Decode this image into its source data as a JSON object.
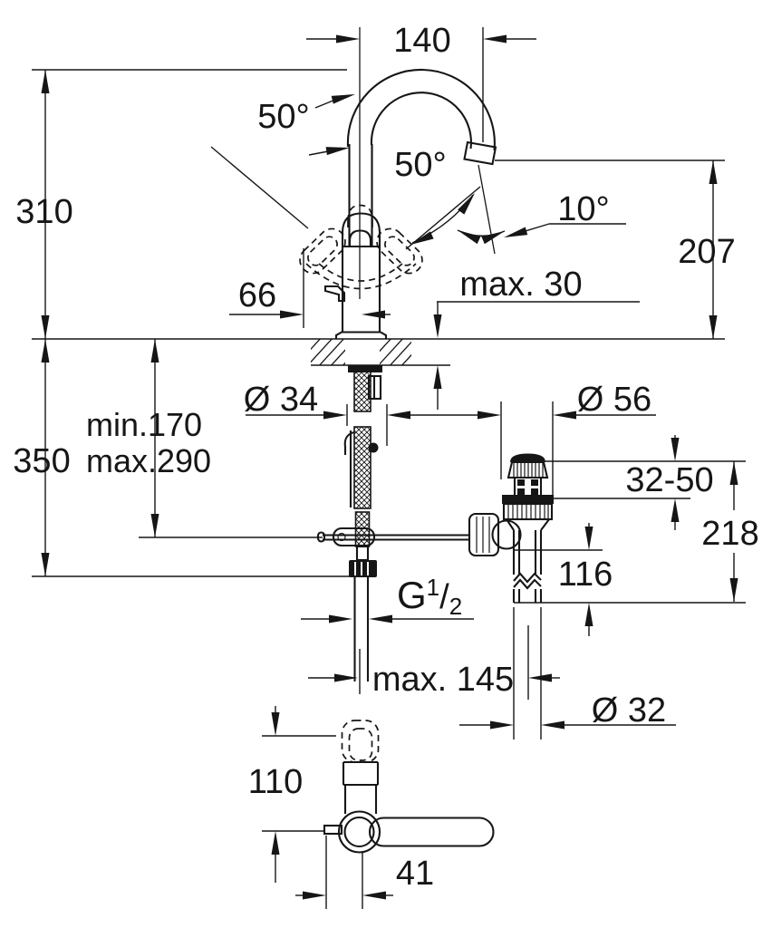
{
  "drawing": {
    "kind": "faucet-installation-dimension-drawing",
    "labels": {
      "spout_reach": "140",
      "spout_angle_left": "50°",
      "spout_angle_inner": "50°",
      "stream_angle": "10°",
      "height_above_deck": "310",
      "outlet_height": "207",
      "deck_thickness": "max. 30",
      "handle_offset": "66",
      "hole_diameter": "Ø 34",
      "waste_flange_diameter": "Ø 56",
      "rod_min": "min.170",
      "rod_max": "max.290",
      "height_below_deck": "350",
      "basin_clamp_range": "32-50",
      "waste_height": "218",
      "tailpipe_length": "116",
      "thread_g": "G",
      "thread_numerator": "1",
      "thread_slash": "/",
      "thread_denominator": "2",
      "supply_to_waste": "max. 145",
      "tailpipe_diameter": "Ø 32",
      "front_view_height": "110",
      "front_view_offset": "41"
    }
  }
}
